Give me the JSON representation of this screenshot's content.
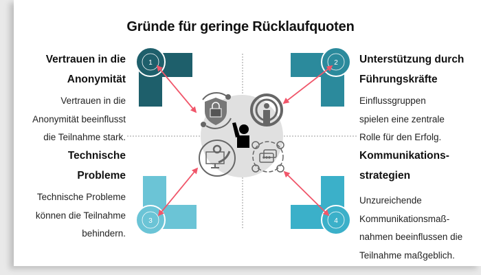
{
  "title": "Gründe für geringe Rücklaufquoten",
  "items": [
    {
      "number": "1",
      "heading_line1": "Vertrauen in die",
      "heading_line2": "Anonymität",
      "body": [
        "Vertrauen in die",
        "Anonymität beeinflusst",
        "die Teilnahme stark."
      ],
      "color": "#1e5f6b",
      "icon": "shield-lock-icon"
    },
    {
      "number": "2",
      "heading_line1": "Unterstützung durch",
      "heading_line2": "Führungskräfte",
      "body": [
        "Einflussgruppen",
        "spielen eine zentrale",
        "Rolle für den Erfolg."
      ],
      "color": "#2b8a9c",
      "icon": "podcast-person-icon"
    },
    {
      "number": "3",
      "heading_line1": "Technische",
      "heading_line2": "Probleme",
      "body": [
        "Technische Probleme",
        "können die Teilnahme",
        "behindern."
      ],
      "color": "#6bc4d6",
      "icon": "computer-gear-icon"
    },
    {
      "number": "4",
      "heading_line1": "Kommunikations-",
      "heading_line2": "strategien",
      "body": [
        "Unzureichende",
        "Kommunikationsmaß-",
        "nahmen beeinflussen die",
        "Teilnahme maßgeblich."
      ],
      "color": "#3bb0c9",
      "icon": "chat-network-icon"
    }
  ],
  "arrow_color": "#f0566a"
}
